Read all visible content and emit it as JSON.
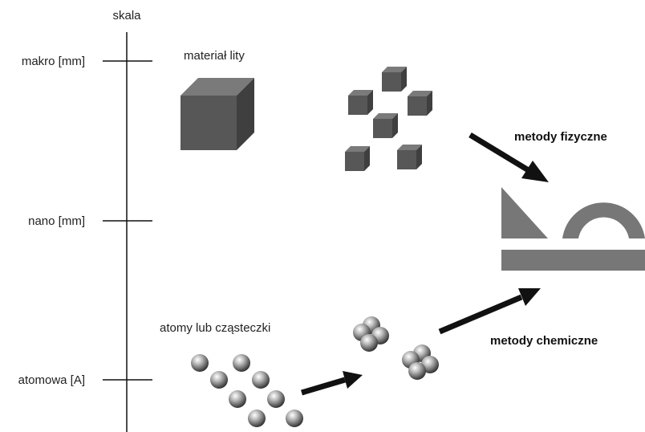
{
  "scale": {
    "title": "skala",
    "levels": [
      "makro [mm]",
      "nano [mm]",
      "atomowa [A]"
    ]
  },
  "labels": {
    "bulk_material": "materiał lity",
    "atoms_or_molecules": "atomy lub cząsteczki",
    "physical_methods": "metody fizyczne",
    "chemical_methods": "metody chemiczne"
  },
  "colors": {
    "cube_front": "#575757",
    "cube_top": "#7a7a7a",
    "cube_side": "#3f3f3f",
    "axis": "#111111",
    "arrow": "#111111",
    "tool": "#777777"
  },
  "icons": {
    "bulk": "cube-icon",
    "fragments": "small-cube-icon",
    "atom": "sphere-icon",
    "tool": "ruler-protractor-icon"
  }
}
